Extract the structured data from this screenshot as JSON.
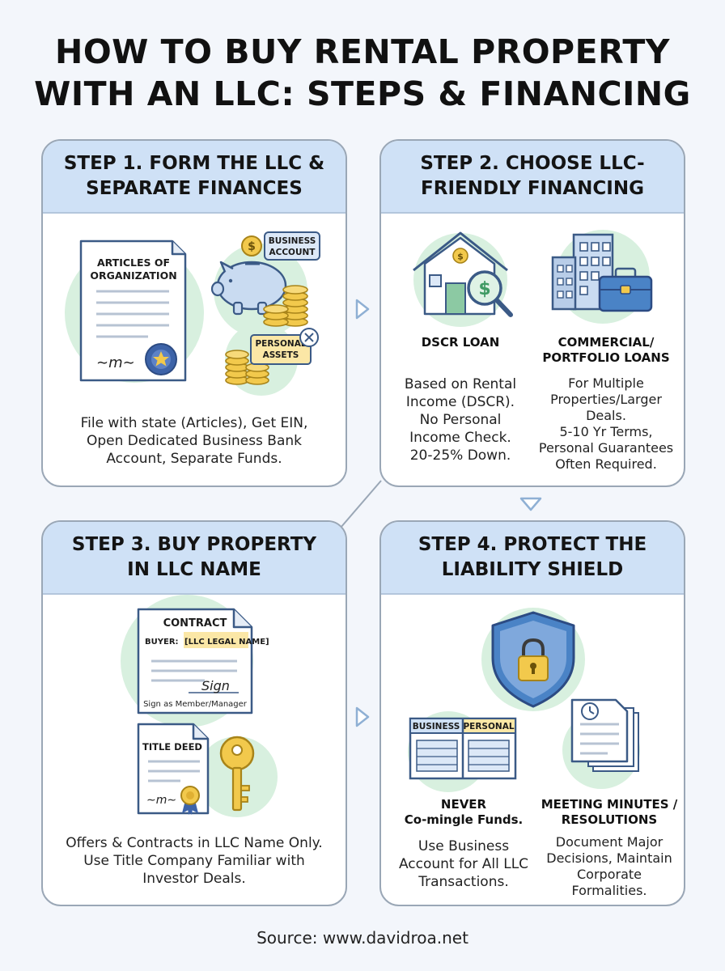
{
  "title": {
    "line1": "HOW TO BUY RENTAL PROPERTY",
    "line2": "WITH AN LLC: STEPS & FINANCING"
  },
  "colors": {
    "header_bg": "#cfe1f6",
    "green_circle": "#d8f0df",
    "gold": "#f2c94c",
    "doc_blue": "#3b5a86",
    "background": "#f3f6fb"
  },
  "steps": [
    {
      "title_line1": "STEP 1. FORM THE LLC &",
      "title_line2": "SEPARATE FINANCES",
      "doc_label_line1": "ARTICLES OF",
      "doc_label_line2": "ORGANIZATION",
      "business_tag_line1": "BUSINESS",
      "business_tag_line2": "ACCOUNT",
      "personal_tag_line1": "PERSONAL",
      "personal_tag_line2": "ASSETS",
      "coin_symbol": "$",
      "signature": "∼m∼",
      "desc_line1": "File with state (Articles), Get EIN,",
      "desc_line2": "Open Dedicated Business Bank",
      "desc_line3": "Account, Separate Funds."
    },
    {
      "title_line1": "STEP 2. CHOOSE LLC-",
      "title_line2": "FRIENDLY FINANCING",
      "coin_symbol": "$",
      "left_label": "DSCR LOAN",
      "left_desc_line1": "Based on Rental",
      "left_desc_line2": "Income (DSCR).",
      "left_desc_line3": "No Personal",
      "left_desc_line4": "Income Check.",
      "left_desc_line5": "20-25% Down.",
      "right_label_line1": "COMMERCIAL/",
      "right_label_line2": "PORTFOLIO LOANS",
      "right_desc_line1": "For Multiple",
      "right_desc_line2": "Properties/Larger",
      "right_desc_line3": "Deals.",
      "right_desc_line4": "5-10 Yr Terms,",
      "right_desc_line5": "Personal Guarantees",
      "right_desc_line6": "Often Required."
    },
    {
      "title_line1": "STEP 3. BUY PROPERTY",
      "title_line2": "IN LLC NAME",
      "contract_label": "CONTRACT",
      "buyer_label": "BUYER:",
      "buyer_value": "[LLC LEGAL NAME]",
      "signature": "Sign",
      "sign_note": "Sign as Member/Manager",
      "deed_label": "TITLE DEED",
      "deed_signature": "∼m∼",
      "desc_line1": "Offers & Contracts in LLC Name Only.",
      "desc_line2": "Use Title Company Familiar with",
      "desc_line3": "Investor Deals."
    },
    {
      "title_line1": "STEP 4. PROTECT THE",
      "title_line2": "LIABILITY SHIELD",
      "ledger_left": "BUSINESS",
      "ledger_right": "PERSONAL",
      "left_label_line1": "NEVER",
      "left_label_line2": "Co-mingle Funds.",
      "left_desc_line1": "Use Business",
      "left_desc_line2": "Account for All LLC",
      "left_desc_line3": "Transactions.",
      "right_label_line1": "MEETING MINUTES /",
      "right_label_line2": "RESOLUTIONS",
      "right_desc_line1": "Document Major",
      "right_desc_line2": "Decisions, Maintain",
      "right_desc_line3": "Corporate",
      "right_desc_line4": "Formalities."
    }
  ],
  "source": "Source: www.davidroa.net"
}
